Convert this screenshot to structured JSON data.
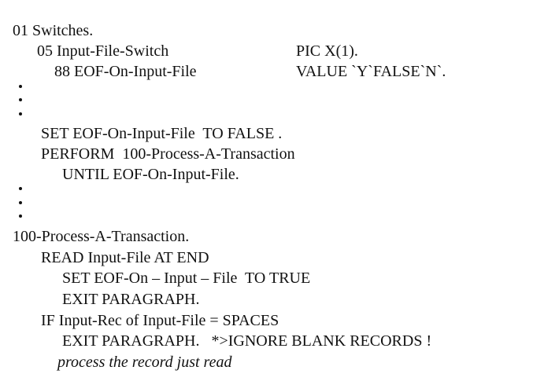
{
  "code": {
    "l01_level": "01 Switches.",
    "l05_name": "05 Input-File-Switch",
    "l05_pic": "PIC X(1).",
    "l88_name": "88 EOF-On-Input-File",
    "l88_value": "VALUE `Y`FALSE`N`.",
    "set_false": "SET EOF-On-Input-File  TO FALSE .",
    "perform": "PERFORM  100-Process-A-Transaction",
    "until": "UNTIL EOF-On-Input-File.",
    "para_name": "100-Process-A-Transaction.",
    "read": "READ Input-File AT END",
    "set_true": "SET EOF-On – Input – File  TO TRUE",
    "exit1": "EXIT PARAGRAPH.",
    "if_stmt": "IF Input-Rec of Input-File = SPACES",
    "exit2": "EXIT PARAGRAPH.   *>IGNORE BLANK RECORDS !",
    "comment": "process the record just read"
  }
}
